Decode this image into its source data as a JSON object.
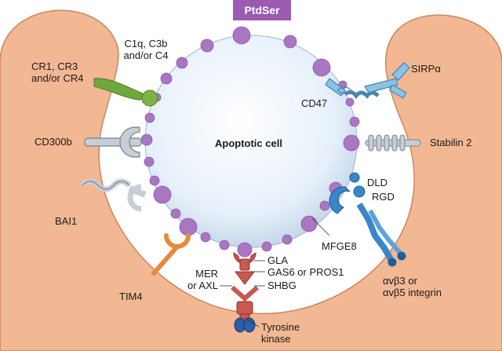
{
  "title": "Apoptotic cell",
  "lipid_tag": "PtdSer",
  "labels": {
    "c1q": "C1q, C3b",
    "c1q2": "and/or C4",
    "cr": "CR1, CR3",
    "cr2": "and/or CR4",
    "sirpa": "SIRPα",
    "cd47": "CD47",
    "cd300b": "CD300b",
    "stabilin": "Stabilin 2",
    "bai1": "BAI1",
    "dld": "DLD",
    "rgd": "RGD",
    "mfge8": "MFGE8",
    "tim4": "TIM4",
    "gla": "GLA",
    "gas6": "GAS6 or PROS1",
    "shbg": "SHBG",
    "mer": "MER",
    "axl": "or AXL",
    "tyr1": "Tyrosine",
    "tyr2": "kinase",
    "integrin1": "αvβ3 or",
    "integrin2": "αvβ5 integrin"
  },
  "colors": {
    "phagocyte": "#f2b893",
    "phagocyte_edge": "#c9865f",
    "cell": "#ddebf7",
    "ptdser": "#a977c2",
    "complement": "#6ea83a",
    "sirpa": "#8cc3e5",
    "grey_receptor": "#c8ced6",
    "mfge8": "#3a86c8",
    "tim4": "#e88a3a",
    "mer": "#c9584e",
    "kinase": "#2a5fa8"
  }
}
